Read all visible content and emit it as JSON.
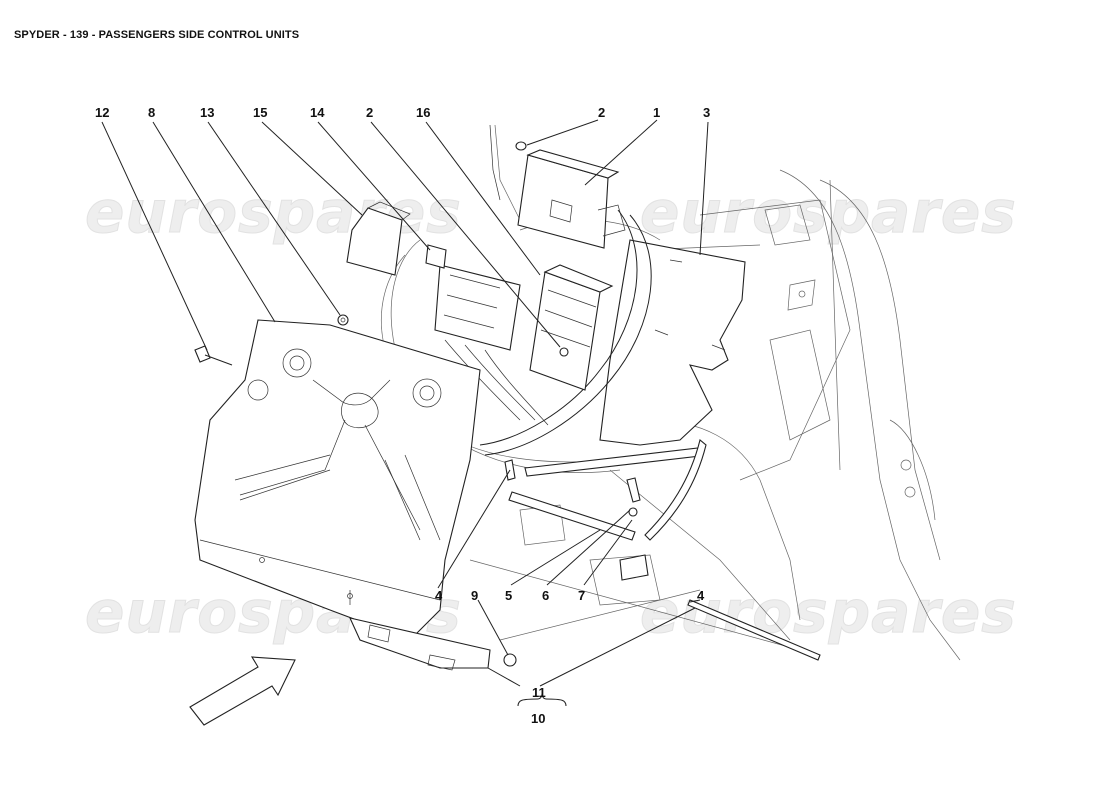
{
  "title": "SPYDER - 139 - PASSENGERS SIDE CONTROL UNITS",
  "watermark": "eurospares",
  "callouts": [
    {
      "id": "c12",
      "label": "12"
    },
    {
      "id": "c8",
      "label": "8"
    },
    {
      "id": "c13",
      "label": "13"
    },
    {
      "id": "c15",
      "label": "15"
    },
    {
      "id": "c14",
      "label": "14"
    },
    {
      "id": "c2a",
      "label": "2"
    },
    {
      "id": "c16",
      "label": "16"
    },
    {
      "id": "c2b",
      "label": "2"
    },
    {
      "id": "c1",
      "label": "1"
    },
    {
      "id": "c3",
      "label": "3"
    },
    {
      "id": "c4a",
      "label": "4"
    },
    {
      "id": "c9",
      "label": "9"
    },
    {
      "id": "c5",
      "label": "5"
    },
    {
      "id": "c6",
      "label": "6"
    },
    {
      "id": "c7",
      "label": "7"
    },
    {
      "id": "c4b",
      "label": "4"
    },
    {
      "id": "c11",
      "label": "11"
    },
    {
      "id": "c10",
      "label": "10"
    }
  ],
  "colors": {
    "line": "#222222",
    "watermark": "#e6e6e6",
    "background": "#ffffff"
  }
}
